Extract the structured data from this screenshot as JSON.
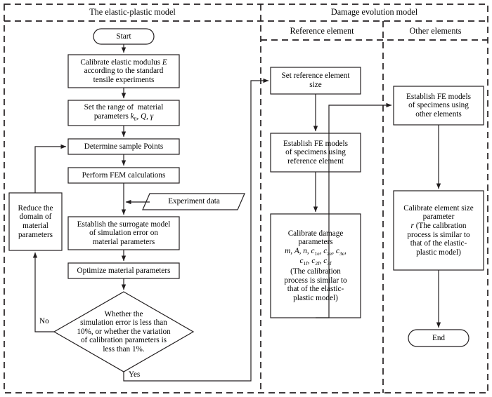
{
  "diagram": {
    "title_semantic": "calibration-flowchart",
    "type": "flowchart",
    "stroke_color": "#231f20",
    "background": "#ffffff",
    "dashed_border_color": "#231f20"
  },
  "panels": {
    "left": {
      "label": "The elastic-plastic model"
    },
    "right": {
      "label": "Damage evolution model"
    },
    "sub_left": {
      "label": "Reference element"
    },
    "sub_right": {
      "label": "Other elements"
    }
  },
  "nodes": {
    "start": {
      "label": "Start",
      "shape": "terminator"
    },
    "calibrate_E": {
      "lines": [
        "Calibrate elastic modulus E",
        "according to the standard",
        "tensile experiments"
      ],
      "shape": "process"
    },
    "set_range": {
      "lines": [
        "Set the range of  material",
        "parameters k0, Q, γ"
      ],
      "shape": "process"
    },
    "determine_points": {
      "lines": [
        "Determine sample Points"
      ],
      "shape": "process"
    },
    "perform_fem": {
      "lines": [
        "Perform FEM calculations"
      ],
      "shape": "process"
    },
    "experiment_data": {
      "lines": [
        "Experiment data"
      ],
      "shape": "data"
    },
    "establish_surrogate": {
      "lines": [
        "Establish the surrogate model",
        "of simulation error on",
        "material parameters"
      ],
      "shape": "process"
    },
    "optimize_params": {
      "lines": [
        "Optimize material parameters"
      ],
      "shape": "process"
    },
    "decision": {
      "lines": [
        "Whether the",
        "simulation error is less than",
        "10%, or whether the variation",
        "of calibration parameters is",
        "less than 1%."
      ],
      "shape": "decision"
    },
    "reduce_domain": {
      "lines": [
        "Reduce the",
        "domain of",
        "material",
        "parameters"
      ],
      "shape": "process"
    },
    "set_ref_size": {
      "lines": [
        "Set reference element",
        "size"
      ],
      "shape": "process"
    },
    "establish_fe_ref": {
      "lines": [
        "Establish FE models",
        "of specimens using",
        "reference element"
      ],
      "shape": "process"
    },
    "calibrate_damage": {
      "lines": [
        "Calibrate damage",
        "parameters",
        "m, A, n, c1e, c2e, c3e,",
        "c1f, c2f, c3f",
        "(The calibration",
        "process is similar to",
        "that of the elastic-",
        "plastic model)"
      ],
      "shape": "process"
    },
    "establish_fe_other": {
      "lines": [
        "Establish FE models",
        "of specimens using",
        "other elements"
      ],
      "shape": "process"
    },
    "calibrate_elem_size": {
      "lines": [
        "Calibrate element size",
        "parameter",
        "r (The calibration",
        "process is similar to",
        "that of the elastic-",
        "plastic model)"
      ],
      "shape": "process"
    },
    "end": {
      "label": "End",
      "shape": "terminator"
    }
  },
  "edge_labels": {
    "no": "No",
    "yes": "Yes"
  }
}
